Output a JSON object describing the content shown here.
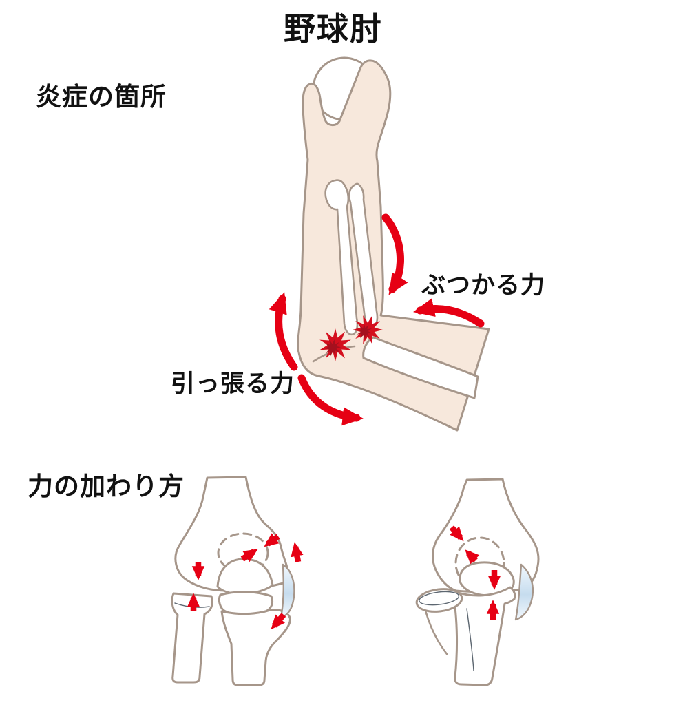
{
  "title": "野球肘",
  "labels": {
    "inflammation_section": "炎症の箇所",
    "force_section": "力の加わり方",
    "colliding_force": "ぶつかる力",
    "pulling_force": "引っ張る力"
  },
  "colors": {
    "background": "#ffffff",
    "skin": "#f7e8dc",
    "outline": "#a6968a",
    "bone": "#ffffff",
    "arrow_red": "#e60014",
    "inflammation_red": "#d40f1e",
    "inflammation_dark": "#a5101e",
    "ligament_blue": "#c6dcee",
    "ligament_blue_light": "#f2f8fd",
    "text": "#111111",
    "fracture": "#5c6670"
  },
  "illustration": {
    "arm_figure": {
      "name": "throwing-arm-holding-ball",
      "inflammation_marker_count": 2,
      "curved_arrows": [
        "downward-onto-outer-elbow",
        "leftward-into-elbow",
        "upward-along-forearm",
        "downward-away-from-inner-elbow"
      ]
    },
    "elbow_front_view": {
      "name": "elbow-joint-front-view",
      "features": [
        "humerus",
        "dashed-capitellum-outline",
        "radius-with-fracture-line",
        "ulna",
        "ligament-band"
      ],
      "arrow_count": 6
    },
    "elbow_side_view": {
      "name": "elbow-joint-side-view",
      "features": [
        "humerus",
        "dashed-capitellum-outline",
        "radial-head-disc",
        "ulna",
        "ligament-band"
      ],
      "arrow_count": 4
    }
  }
}
